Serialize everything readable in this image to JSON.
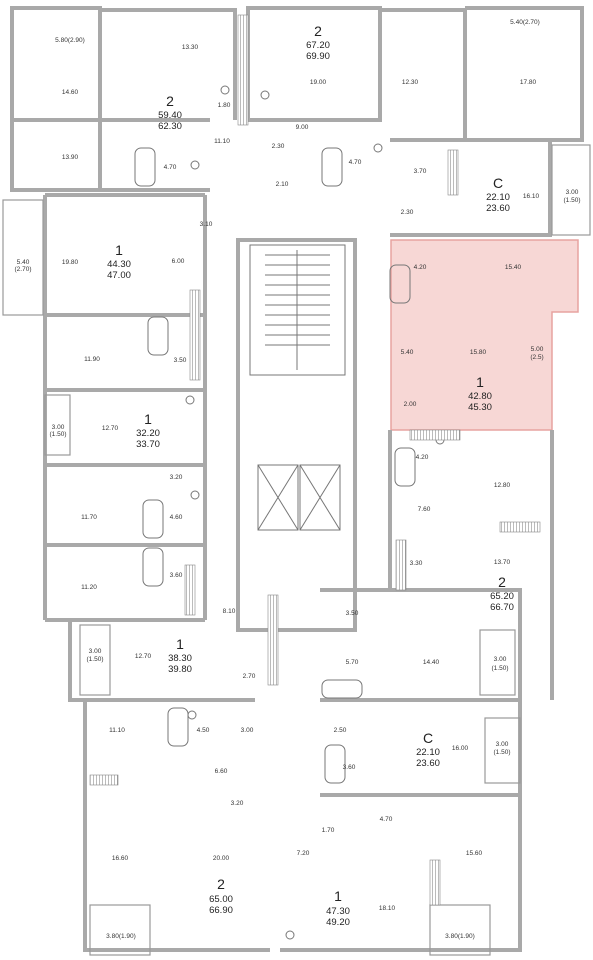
{
  "colors": {
    "wall": "#b8b8b8",
    "line": "#8a8a8a",
    "highlight_fill": "#f7d7d5",
    "highlight_stroke": "#e7a3a0",
    "text": "#222222"
  },
  "apartments": [
    {
      "id": "a1",
      "rooms": "2",
      "area_living": "59.40",
      "area_total": "62.30"
    },
    {
      "id": "a2",
      "rooms": "2",
      "area_living": "67.20",
      "area_total": "69.90"
    },
    {
      "id": "a3",
      "rooms": "C",
      "area_living": "22.10",
      "area_total": "23.60"
    },
    {
      "id": "a4",
      "rooms": "1",
      "area_living": "44.30",
      "area_total": "47.00"
    },
    {
      "id": "a5",
      "rooms": "1",
      "area_living": "42.80",
      "area_total": "45.30",
      "highlighted": true
    },
    {
      "id": "a6",
      "rooms": "1",
      "area_living": "32.20",
      "area_total": "33.70"
    },
    {
      "id": "a7",
      "rooms": "2",
      "area_living": "65.20",
      "area_total": "66.70"
    },
    {
      "id": "a8",
      "rooms": "1",
      "area_living": "38.30",
      "area_total": "39.80"
    },
    {
      "id": "a9",
      "rooms": "C",
      "area_living": "22.10",
      "area_total": "23.60"
    },
    {
      "id": "a10",
      "rooms": "2",
      "area_living": "65.00",
      "area_total": "66.90"
    },
    {
      "id": "a11",
      "rooms": "1",
      "area_living": "47.30",
      "area_total": "49.20"
    }
  ],
  "room_labels": [
    "5.80(2.90)",
    "13.30",
    "14.60",
    "1.80",
    "11.10",
    "13.90",
    "4.70",
    "19.00",
    "9.00",
    "2.30",
    "2.10",
    "12.30",
    "4.70",
    "5.40(2.70)",
    "17.80",
    "3.70",
    "16.10",
    "3.00",
    "(1.50)",
    "2.30",
    "3.10",
    "5.40",
    "(2.70)",
    "19.80",
    "6.00",
    "4.20",
    "15.40",
    "5.40",
    "15.80",
    "5.00",
    "(2.5)",
    "2.00",
    "11.90",
    "3.50",
    "3.00",
    "(1.50)",
    "12.70",
    "3.20",
    "4.20",
    "12.80",
    "11.70",
    "4.60",
    "7.60",
    "3.30",
    "13.70",
    "11.20",
    "3.60",
    "8.10",
    "3.50",
    "5.70",
    "14.40",
    "3.00",
    "(1.50)",
    "3.00",
    "(1.50)",
    "12.70",
    "2.70",
    "2.50",
    "16.00",
    "3.00",
    "(1.50)",
    "11.10",
    "4.50",
    "3.00",
    "3.60",
    "6.60",
    "3.20",
    "1.70",
    "4.70",
    "16.60",
    "20.00",
    "7.20",
    "15.60",
    "18.10",
    "3.80(1.90)",
    "3.80(1.90)"
  ]
}
